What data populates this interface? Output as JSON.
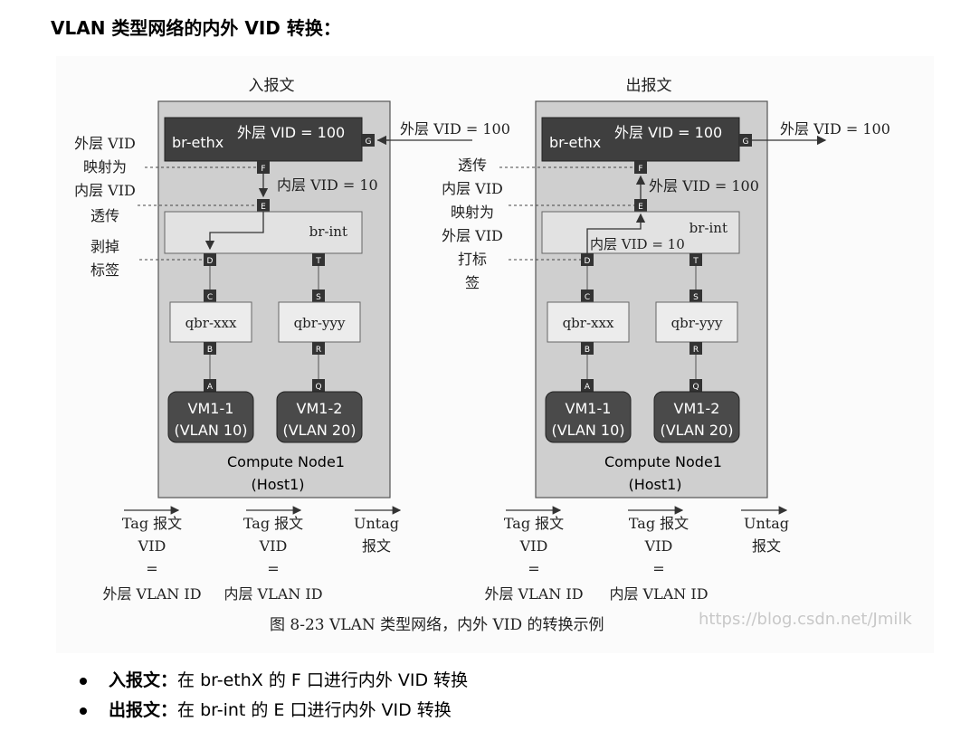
{
  "heading": "VLAN 类型网络的内外 VID 转换：",
  "figure": {
    "caption": "图 8-23   VLAN 类型网络，内外 VID 的转换示例",
    "watermark": "https://blog.csdn.net/Jmilk",
    "left_panel": {
      "title": "入报文",
      "bridge_ext": "br-ethx",
      "bridge_ext_vid": "外层 VID = 100",
      "port_g": "G",
      "port_f": "F",
      "port_e": "E",
      "inner_vid": "内层 VID = 10",
      "bridge_int": "br-int",
      "port_d": "D",
      "port_t": "T",
      "port_c": "C",
      "port_s": "S",
      "qbr1": "qbr-xxx",
      "qbr2": "qbr-yyy",
      "port_b": "B",
      "port_r": "R",
      "port_a": "A",
      "port_q": "Q",
      "vm1_name": "VM1-1",
      "vm1_vlan": "(VLAN 10)",
      "vm2_name": "VM1-2",
      "vm2_vlan": "(VLAN 20)",
      "node": "Compute Node1",
      "host": "(Host1)",
      "incoming_label": "外层 VID = 100",
      "side_labels": [
        "外层 VID",
        "映射为",
        "内层 VID",
        "透传",
        "剥掉",
        "标签"
      ]
    },
    "right_panel": {
      "title": "出报文",
      "bridge_ext": "br-ethx",
      "bridge_ext_vid": "外层 VID = 100",
      "port_g": "G",
      "port_f": "F",
      "port_e": "E",
      "outer_vid": "外层 VID = 100",
      "bridge_int": "br-int",
      "inner_vid": "内层 VID = 10",
      "port_d": "D",
      "port_t": "T",
      "port_c": "C",
      "port_s": "S",
      "qbr1": "qbr-xxx",
      "qbr2": "qbr-yyy",
      "port_b": "B",
      "port_r": "R",
      "port_a": "A",
      "port_q": "Q",
      "vm1_name": "VM1-1",
      "vm1_vlan": "(VLAN 10)",
      "vm2_name": "VM1-2",
      "vm2_vlan": "(VLAN 20)",
      "node": "Compute Node1",
      "host": "(Host1)",
      "outgoing_label": "外层 VID = 100",
      "side_labels": [
        "透传",
        "内层 VID",
        "映射为",
        "外层 VID",
        "打标",
        "签"
      ]
    },
    "legend": {
      "tag_vid_1": [
        "Tag 报文",
        "VID",
        "=",
        "外层 VLAN ID"
      ],
      "tag_vid_2": [
        "Tag 报文",
        "VID",
        "=",
        "内层 VLAN ID"
      ],
      "untag_1": [
        "Untag",
        "报文"
      ],
      "tag_vid_3": [
        "Tag 报文",
        "VID",
        "=",
        "外层 VLAN ID"
      ],
      "tag_vid_4": [
        "Tag 报文",
        "VID",
        "=",
        "内层 VLAN ID"
      ],
      "untag_2": [
        "Untag",
        "报文"
      ]
    }
  },
  "bullets": [
    {
      "bold": "入报文",
      "colon": "：",
      "text": "在 br-ethX 的 F 口进行内外 VID 转换"
    },
    {
      "bold": "出报文",
      "colon": "：",
      "text": "在 br-int 的 E 口进行内外 VID 转换"
    }
  ]
}
